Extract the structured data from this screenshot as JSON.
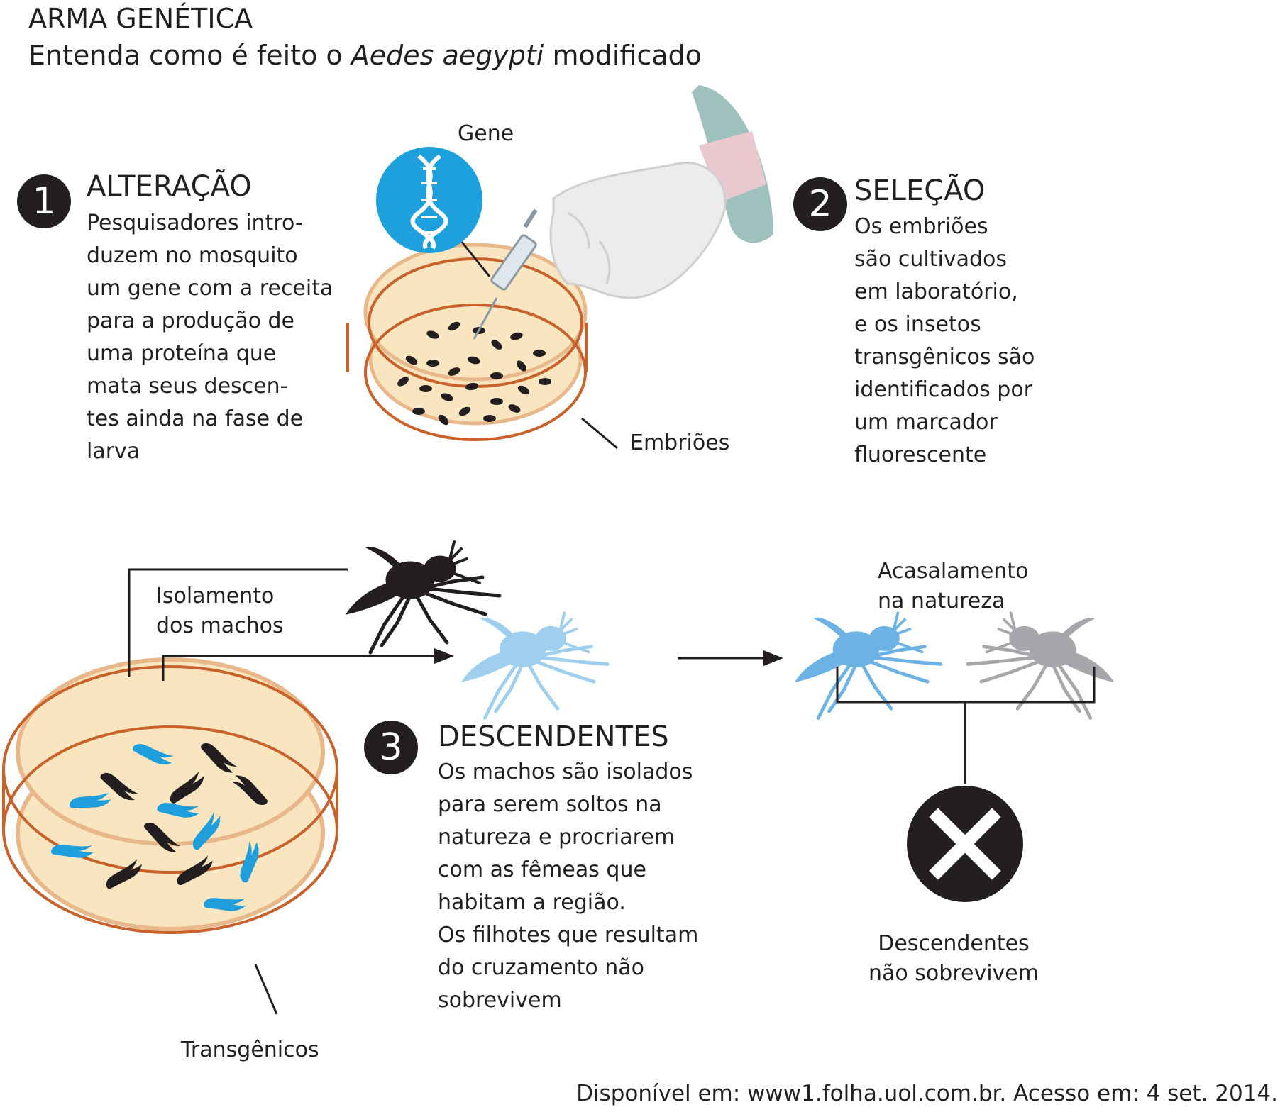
{
  "header": {
    "title": "ARMA GENÉTICA",
    "subtitle_prefix": "Entenda como é feito o ",
    "subtitle_species": "Aedes aegypti",
    "subtitle_suffix": " modificado"
  },
  "step1": {
    "number": "1",
    "heading": "ALTERAÇÃO",
    "text": "Pesquisadores intro-\nduzem no mosquito\num gene com a receita\npara a produção de\numa proteína que\nmata seus descen-\ntes ainda na fase de\nlarva"
  },
  "step2": {
    "number": "2",
    "heading": "SELEÇÃO",
    "text": "Os embriões\nsão cultivados\nem laboratório,\ne os insetos\ntransgênicos são\nidentificados por\num marcador\nfluorescente"
  },
  "step3": {
    "number": "3",
    "heading": "DESCENDENTES",
    "text": "Os machos são isolados\npara serem soltos na\nnatureza e procriarem\ncom as fêmeas que\nhabitam a região.\nOs filhotes que resultam\ndo cruzamento não\nsobrevivem"
  },
  "labels": {
    "gene": "Gene",
    "embryos": "Embriões",
    "isolation": "Isolamento\ndos machos",
    "mating": "Acasalamento\nna natureza",
    "transgenic": "Transgênicos",
    "offspring": "Descendentes\nnão sobrevivem"
  },
  "footer": {
    "credit": "Disponível em: www1.folha.uol.com.br. Acesso em: 4 set. 2014."
  },
  "colors": {
    "dish_fill": "#f9e6c1",
    "dish_rim": "#e8b88a",
    "dish_outline": "#c8612a",
    "dna_circle": "#1ea0dc",
    "glove": "#ececec",
    "sleeve": "#e9c9cf",
    "cuff": "#9fc1bd",
    "transgenic_blue": "#1e9fdc",
    "mosquito_light_blue": "#9fcfee",
    "mosquito_blue": "#6cb2e4",
    "mosquito_gray": "#a7a6aa",
    "ink": "#231f20"
  },
  "icons": [
    "dna-icon",
    "syringe-icon",
    "gloved-hand-icon",
    "mosquito-icon",
    "cross-icon"
  ]
}
